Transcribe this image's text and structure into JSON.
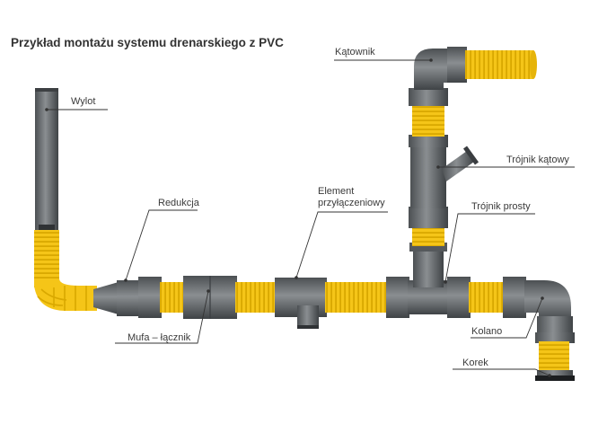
{
  "title": "Przykład montażu systemu drenarskiego z PVC",
  "labels": {
    "katownik": "Kątownik",
    "wylot": "Wylot",
    "trojnik_katowy": "Trójnik kątowy",
    "element_line1": "Element",
    "element_line2": "przyłączeniowy",
    "redukcja": "Redukcja",
    "trojnik_prosty": "Trójnik prosty",
    "mufa": "Mufa – łącznik",
    "kolano": "Kolano",
    "korek": "Korek"
  },
  "colors": {
    "pipe_gray": "#6e7275",
    "pipe_dark": "#4a4d50",
    "drain_yellow": "#f5c518",
    "drain_yellow_dark": "#d9a800",
    "leader": "#333333"
  }
}
